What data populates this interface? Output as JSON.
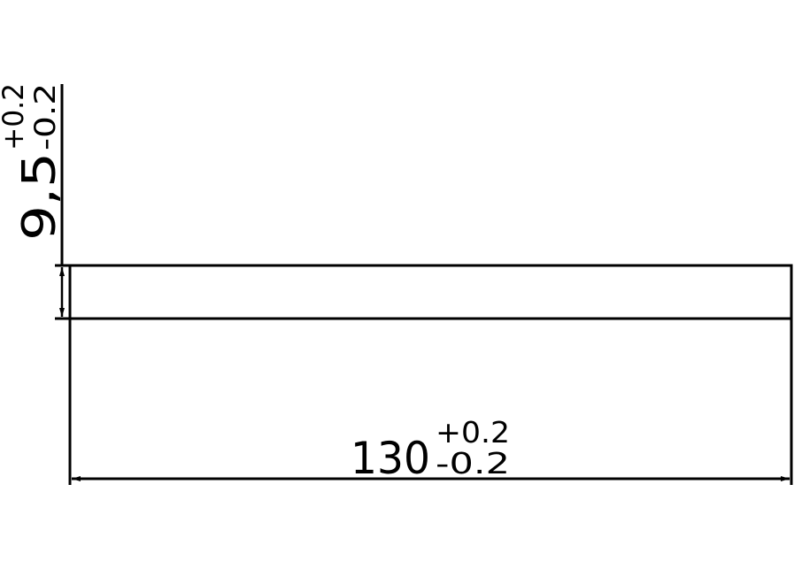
{
  "drawing": {
    "width_dimension": {
      "nominal": "130",
      "upper_tolerance": "+0.2",
      "lower_tolerance": "-0.2"
    },
    "height_dimension": {
      "nominal": "9,5",
      "upper_tolerance": "+0.2",
      "lower_tolerance": "-0.2"
    },
    "line_color": "#000000",
    "background_color": "#ffffff"
  }
}
